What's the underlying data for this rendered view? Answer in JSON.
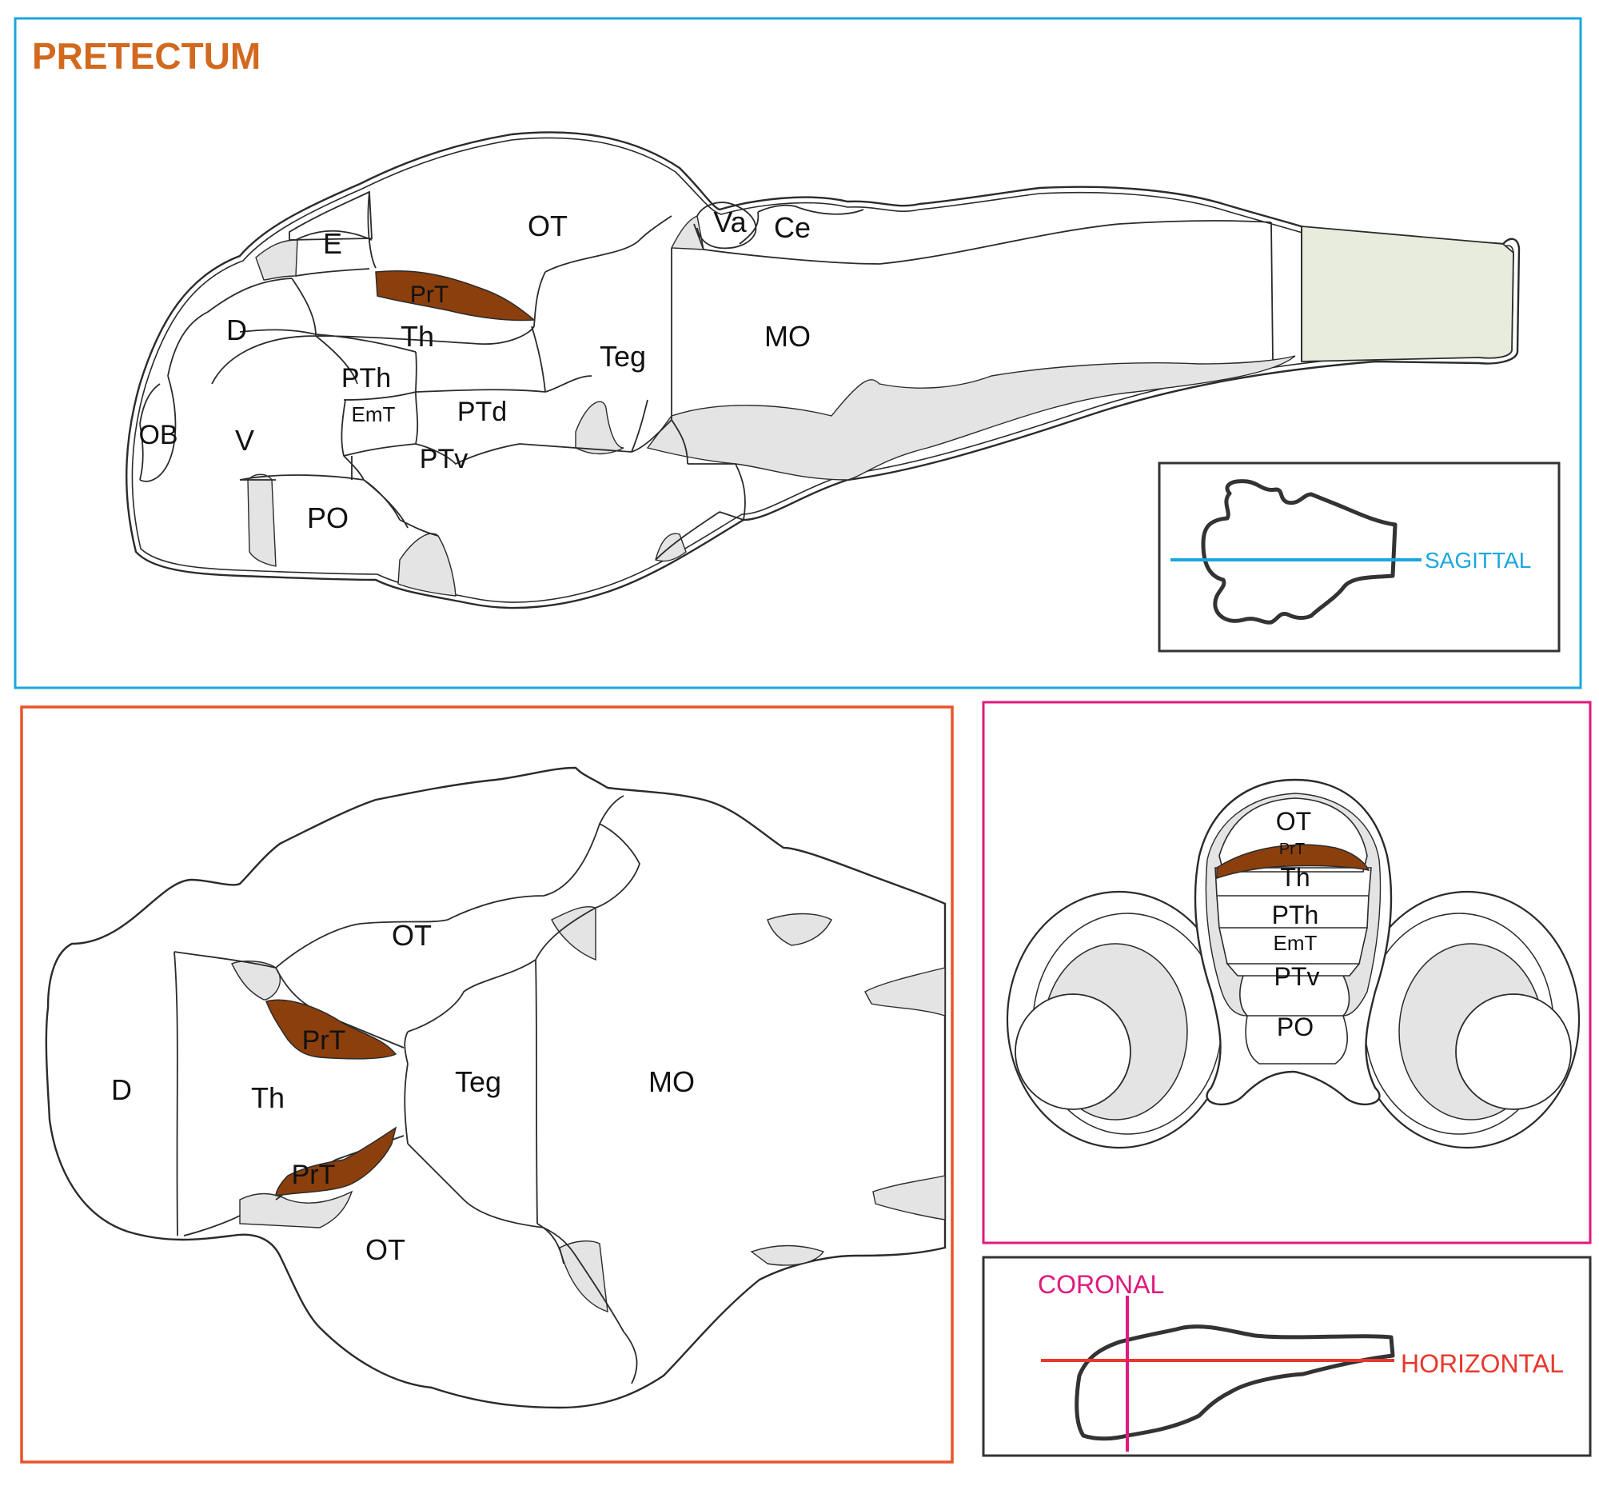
{
  "title": "PRETECTUM",
  "colors": {
    "title": "#d2691e",
    "sagittal": "#1aa7e0",
    "horizontal": "#e8542c",
    "coronal": "#e0197d",
    "inset_frame": "#333333",
    "pretectum_fill": "#8b3f0d",
    "spinal_fill": "#e8ecdc",
    "ventricle_fill": "#e4e4e4"
  },
  "panels": {
    "sagittal": {
      "labels": {
        "ot": "OT",
        "va": "Va",
        "ce": "Ce",
        "e": "E",
        "prt": "PrT",
        "d": "D",
        "th": "Th",
        "teg": "Teg",
        "mo": "MO",
        "pth": "PTh",
        "emt": "EmT",
        "ptd": "PTd",
        "ob": "OB",
        "v": "V",
        "ptv": "PTv",
        "po": "PO"
      }
    },
    "horizontal": {
      "labels": {
        "ot_top": "OT",
        "prt_top": "PrT",
        "d": "D",
        "th": "Th",
        "teg": "Teg",
        "mo": "MO",
        "prt_bottom": "PrT",
        "ot_bottom": "OT"
      }
    },
    "coronal": {
      "labels": {
        "ot": "OT",
        "prt": "PrT",
        "th": "Th",
        "pth": "PTh",
        "emt": "EmT",
        "ptv": "PTv",
        "po": "PO"
      }
    }
  },
  "insets": {
    "sagittal_plane": "SAGITTAL",
    "coronal_plane": "CORONAL",
    "horizontal_plane": "HORIZONTAL"
  }
}
